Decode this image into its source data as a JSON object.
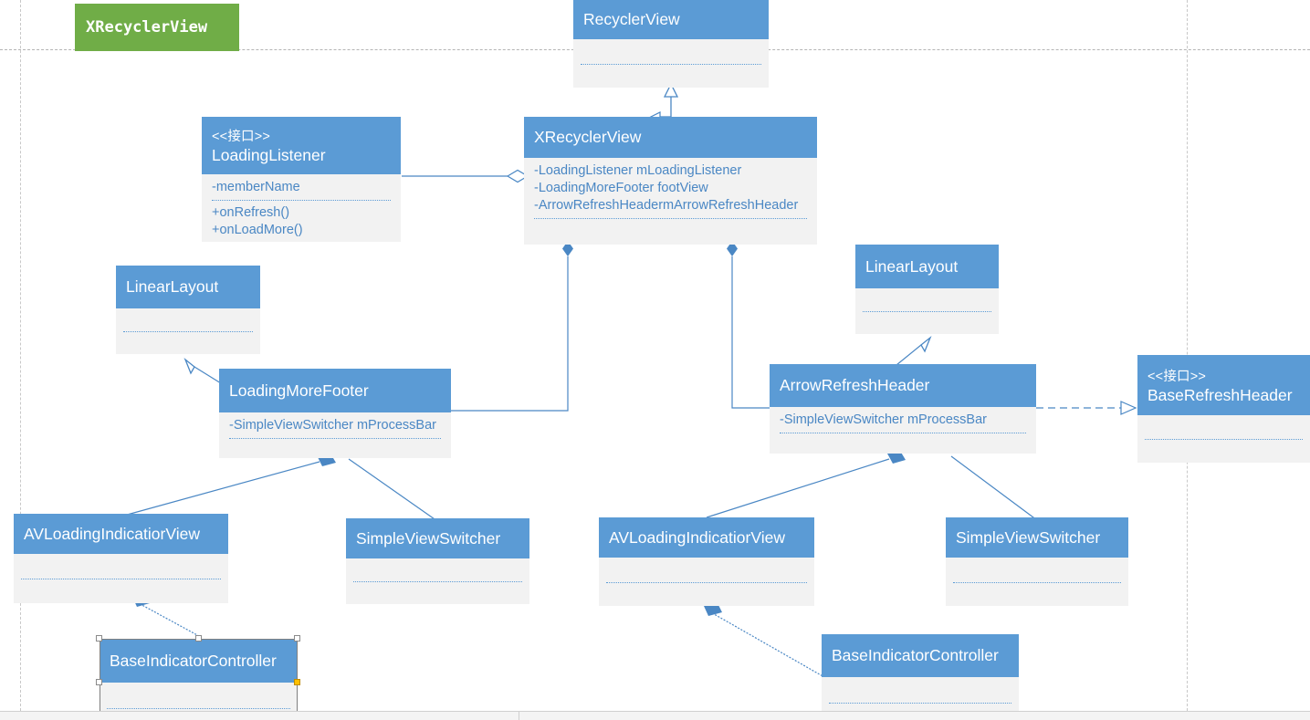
{
  "diagram": {
    "title_tag": "XRecyclerView",
    "title_tag_color": "#70AD47",
    "class_header_color": "#5B9BD5",
    "class_body_color": "#F2F2F2",
    "connector_color": "#4A87C4",
    "guide_color": "#C8C8C8"
  },
  "classes": {
    "recyclerview": {
      "name": "RecyclerView",
      "stereotype": "",
      "attributes": [],
      "operations": []
    },
    "loadinglistener": {
      "name": "LoadingListener",
      "stereotype": "<<接口>>",
      "attributes": [
        "-memberName"
      ],
      "operations": [
        "+onRefresh()",
        "+onLoadMore()"
      ]
    },
    "xrecyclerview": {
      "name": "XRecyclerView",
      "stereotype": "",
      "attributes": [
        "-LoadingListener mLoadingListener",
        "-LoadingMoreFooter footView",
        "-ArrowRefreshHeadermArrowRefreshHeader"
      ],
      "operations": []
    },
    "linearlayout_left": {
      "name": "LinearLayout",
      "stereotype": "",
      "attributes": [],
      "operations": []
    },
    "linearlayout_right": {
      "name": "LinearLayout",
      "stereotype": "",
      "attributes": [],
      "operations": []
    },
    "loadingmorefooter": {
      "name": "LoadingMoreFooter",
      "stereotype": "",
      "attributes": [
        "-SimpleViewSwitcher mProcessBar"
      ],
      "operations": []
    },
    "arrowrefreshheader": {
      "name": "ArrowRefreshHeader",
      "stereotype": "",
      "attributes": [
        "-SimpleViewSwitcher mProcessBar"
      ],
      "operations": []
    },
    "baserefreshheader": {
      "name": "BaseRefreshHeader",
      "stereotype": "<<接口>>",
      "attributes": [],
      "operations": []
    },
    "avloading_left": {
      "name": "AVLoadingIndicatiorView",
      "stereotype": "",
      "attributes": [],
      "operations": []
    },
    "simpleviewswitcher_left": {
      "name": "SimpleViewSwitcher",
      "stereotype": "",
      "attributes": [],
      "operations": []
    },
    "avloading_right": {
      "name": "AVLoadingIndicatiorView",
      "stereotype": "",
      "attributes": [],
      "operations": []
    },
    "simpleviewswitcher_right": {
      "name": "SimpleViewSwitcher",
      "stereotype": "",
      "attributes": [],
      "operations": []
    },
    "baseindicatorcontroller_left": {
      "name": "BaseIndicatorController",
      "stereotype": "",
      "attributes": [],
      "operations": [],
      "selected": true
    },
    "baseindicatorcontroller_right": {
      "name": "BaseIndicatorController",
      "stereotype": "",
      "attributes": [],
      "operations": []
    }
  },
  "relations": [
    {
      "from": "XRecyclerView",
      "to": "RecyclerView",
      "type": "generalization"
    },
    {
      "from": "LoadingListener",
      "to": "XRecyclerView",
      "type": "aggregation"
    },
    {
      "from": "XRecyclerView",
      "to": "LoadingMoreFooter",
      "type": "composition"
    },
    {
      "from": "XRecyclerView",
      "to": "ArrowRefreshHeader",
      "type": "composition"
    },
    {
      "from": "LoadingMoreFooter",
      "to": "LinearLayout",
      "type": "generalization"
    },
    {
      "from": "ArrowRefreshHeader",
      "to": "LinearLayout",
      "type": "generalization"
    },
    {
      "from": "ArrowRefreshHeader",
      "to": "BaseRefreshHeader",
      "type": "realization"
    },
    {
      "from": "LoadingMoreFooter",
      "to": "AVLoadingIndicatiorView",
      "type": "composition"
    },
    {
      "from": "LoadingMoreFooter",
      "to": "SimpleViewSwitcher",
      "type": "association"
    },
    {
      "from": "ArrowRefreshHeader",
      "to": "AVLoadingIndicatiorView",
      "type": "composition"
    },
    {
      "from": "ArrowRefreshHeader",
      "to": "SimpleViewSwitcher",
      "type": "association"
    },
    {
      "from": "AVLoadingIndicatiorView",
      "to": "BaseIndicatorController",
      "type": "composition"
    }
  ]
}
